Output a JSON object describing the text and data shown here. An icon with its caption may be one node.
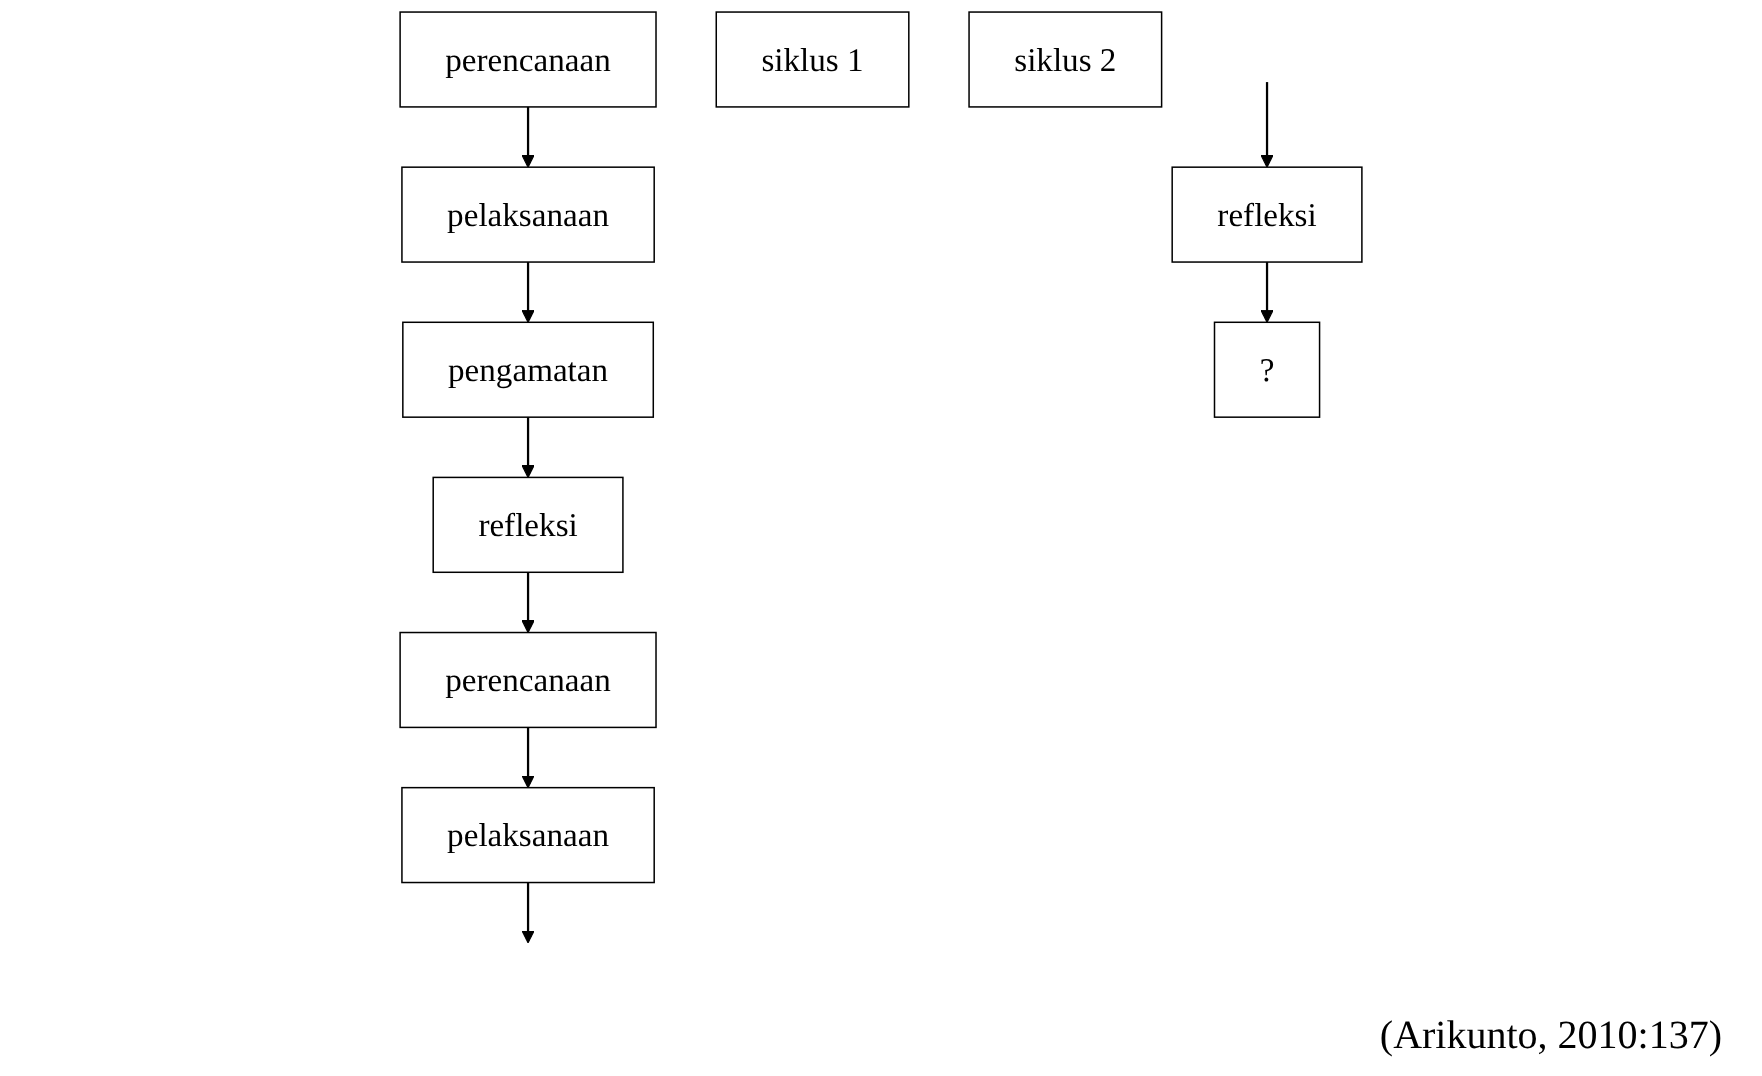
{
  "diagram": {
    "caption": "(Arikunto, 2010:137)",
    "nodes": [
      {
        "text": [
          "perencanaan"
        ]
      },
      {
        "text": [
          "refleksi"
        ]
      },
      {
        "text": [
          "siklus 1"
        ]
      },
      {
        "text": [
          "pelaksanaan"
        ]
      },
      {
        "text": [
          "pengamatan"
        ]
      },
      {
        "text": [
          "perencanaan"
        ]
      },
      {
        "text": [
          "refleksi"
        ]
      },
      {
        "text": [
          "siklus 2"
        ]
      },
      {
        "text": [
          "pelaksanaan"
        ]
      },
      {
        "text": [
          "?"
        ]
      }
    ],
    "edges": [
      {
        "from": 0,
        "to": 3,
        "arrow": "to"
      },
      {
        "from": 3,
        "to": 4,
        "arrow": "to"
      },
      {
        "from": 4,
        "to": 1,
        "arrow": "to"
      },
      {
        "from": 1,
        "to": 5,
        "arrow": "to"
      },
      {
        "from": 5,
        "to": 8,
        "arrow": "to"
      },
      {
        "from": 8,
        "to": null,
        "arrow": "to"
      },
      {
        "from": null,
        "to": 6,
        "arrow": "to"
      },
      {
        "from": 6,
        "to": 9,
        "arrow": "to"
      }
    ]
  }
}
